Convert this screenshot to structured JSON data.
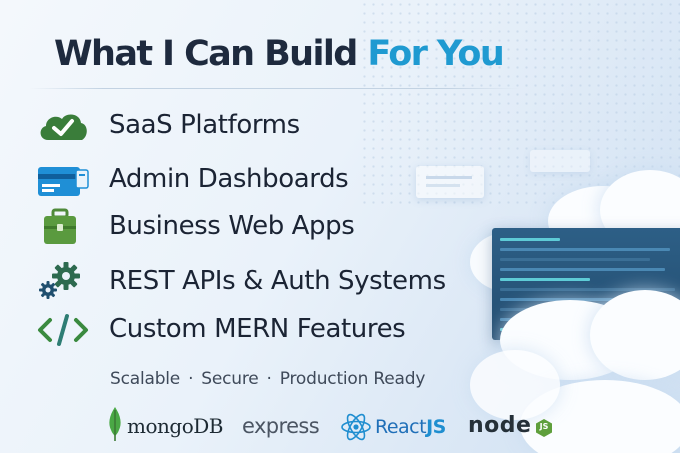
{
  "title": {
    "main": "What I Can Build",
    "accent": "For You"
  },
  "features": [
    {
      "label": "SaaS Platforms",
      "icon": "cloud-check-icon"
    },
    {
      "label": "Admin Dashboards",
      "icon": "credit-card-icon"
    },
    {
      "label": "Business Web Apps",
      "icon": "briefcase-icon"
    },
    {
      "label": "REST APIs & Auth Systems",
      "icon": "gears-icon"
    },
    {
      "label": "Custom MERN Features",
      "icon": "code-icon"
    }
  ],
  "tagline": {
    "items": [
      "Scalable",
      "Secure",
      "Production Ready"
    ],
    "separator": "·"
  },
  "tech": {
    "mongodb": "mongoDB",
    "express": "express",
    "react": {
      "name": "React",
      "suffix": "JS"
    },
    "node": {
      "name": "node",
      "badge": "JS"
    }
  },
  "colors": {
    "title": "#1e2a3e",
    "accent": "#1f9ad1",
    "icon_green": "#3a7d3a",
    "icon_blue": "#1f8fd6",
    "icon_gear": "#2d6a4f"
  }
}
